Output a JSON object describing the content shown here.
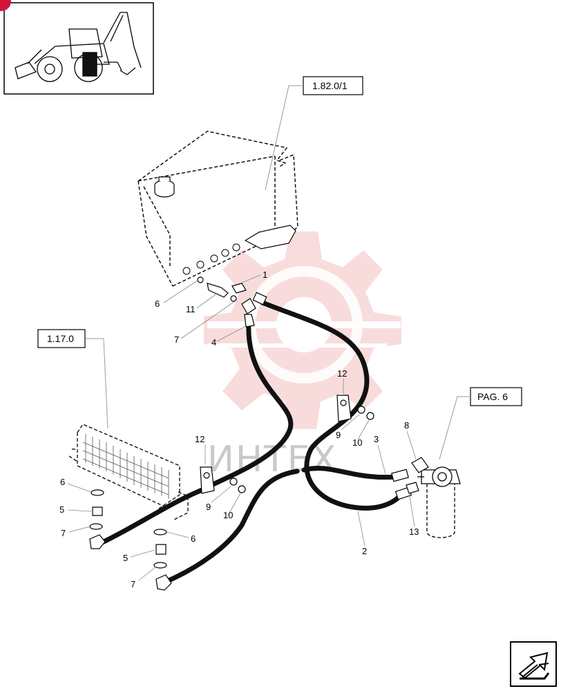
{
  "watermark": {
    "text": "ИНТЕХ"
  },
  "reference_boxes": [
    {
      "id": "ref-1-82-0-1",
      "label": "1.82.0/1"
    },
    {
      "id": "ref-1-17-0",
      "label": "1.17.0"
    },
    {
      "id": "ref-pag-6",
      "label": "PAG. 6"
    }
  ],
  "callouts": [
    {
      "id": "c1",
      "label": "1"
    },
    {
      "id": "c6a",
      "label": "6"
    },
    {
      "id": "c11",
      "label": "11"
    },
    {
      "id": "c7a",
      "label": "7"
    },
    {
      "id": "c4",
      "label": "4"
    },
    {
      "id": "c12a",
      "label": "12"
    },
    {
      "id": "c12b",
      "label": "12"
    },
    {
      "id": "c9a",
      "label": "9"
    },
    {
      "id": "c10a",
      "label": "10"
    },
    {
      "id": "c9b",
      "label": "9"
    },
    {
      "id": "c10b",
      "label": "10"
    },
    {
      "id": "c8",
      "label": "8"
    },
    {
      "id": "c3",
      "label": "3"
    },
    {
      "id": "c13",
      "label": "13"
    },
    {
      "id": "c2",
      "label": "2"
    },
    {
      "id": "c6b",
      "label": "6"
    },
    {
      "id": "c5a",
      "label": "5"
    },
    {
      "id": "c7b",
      "label": "7"
    },
    {
      "id": "c6c",
      "label": "6"
    },
    {
      "id": "c5b",
      "label": "5"
    },
    {
      "id": "c7c",
      "label": "7"
    }
  ],
  "colors": {
    "line": "#000000",
    "hose": "#111111",
    "watermark": "#f2b8b8",
    "thumb_accent": "#d4143c"
  },
  "icons": {
    "thumbnail": "backhoe-loader-thumbnail-icon",
    "next_page": "next-page-arrow-icon"
  }
}
